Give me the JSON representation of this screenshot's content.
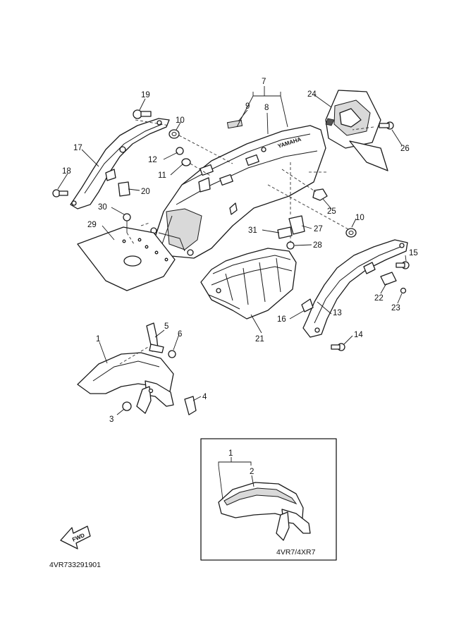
{
  "callouts": [
    {
      "id": "c1",
      "text": "1"
    },
    {
      "id": "c2",
      "text": "3"
    },
    {
      "id": "c3",
      "text": "4"
    },
    {
      "id": "c4",
      "text": "5"
    },
    {
      "id": "c5",
      "text": "6"
    },
    {
      "id": "c6",
      "text": "7"
    },
    {
      "id": "c7",
      "text": "8"
    },
    {
      "id": "c8",
      "text": "9"
    },
    {
      "id": "c9",
      "text": "10"
    },
    {
      "id": "c10",
      "text": "10"
    },
    {
      "id": "c11",
      "text": "11"
    },
    {
      "id": "c12",
      "text": "12"
    },
    {
      "id": "c13",
      "text": "13"
    },
    {
      "id": "c14",
      "text": "14"
    },
    {
      "id": "c15",
      "text": "15"
    },
    {
      "id": "c16",
      "text": "16"
    },
    {
      "id": "c17",
      "text": "17"
    },
    {
      "id": "c18",
      "text": "18"
    },
    {
      "id": "c19",
      "text": "19"
    },
    {
      "id": "c20",
      "text": "20"
    },
    {
      "id": "c21",
      "text": "21"
    },
    {
      "id": "c22",
      "text": "22"
    },
    {
      "id": "c23",
      "text": "23"
    },
    {
      "id": "c24",
      "text": "24"
    },
    {
      "id": "c25",
      "text": "25"
    },
    {
      "id": "c26",
      "text": "26"
    },
    {
      "id": "c27",
      "text": "27"
    },
    {
      "id": "c28",
      "text": "28"
    },
    {
      "id": "c29",
      "text": "29"
    },
    {
      "id": "c30",
      "text": "30"
    },
    {
      "id": "c31",
      "text": "31"
    }
  ],
  "inset": {
    "callout_1": "1",
    "callout_2": "2",
    "model_label": "4VR7/4XR7"
  },
  "fwd_label": "FWD",
  "fender_brand": "YAMAHA",
  "diagram_code": "4VR733291901"
}
